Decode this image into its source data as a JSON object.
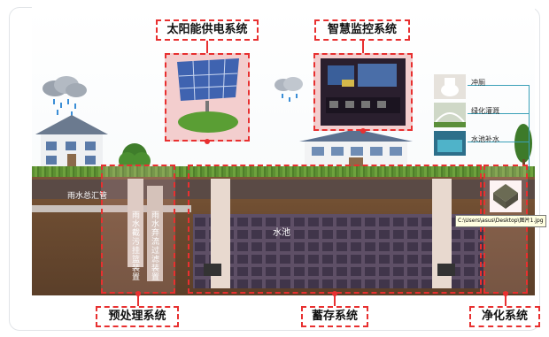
{
  "systems": {
    "solar": "太阳能供电系统",
    "monitor": "智慧监控系统",
    "pretreatment": "预处理系统",
    "storage": "蓄存系统",
    "purification": "净化系统"
  },
  "labels": {
    "main_pipe": "雨水总汇管",
    "pool": "水池",
    "filter_basket": "雨水截污挂篮装置",
    "diversion_filter": "雨水弃流过滤装置"
  },
  "uses": {
    "flush": "冲厕",
    "irrigation": "绿化灌溉",
    "pool_refill": "水池补水"
  },
  "tooltip": "C:\\Users\\asus\\Desktop\\图片1.jpg",
  "colors": {
    "dashed_border": "#e83030",
    "ground": "#6a4a30",
    "panel_bg": "#f3cece"
  }
}
